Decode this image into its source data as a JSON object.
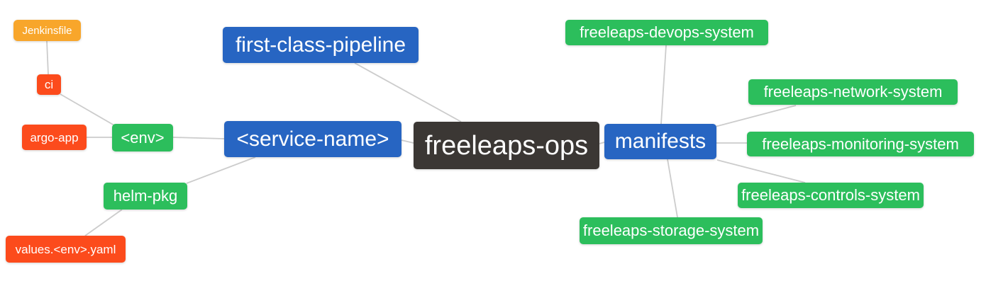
{
  "diagram": {
    "type": "mindmap",
    "root": "freeleaps-ops",
    "colors": {
      "root_node": "#3B3734",
      "level2_node": "#2765C2",
      "level3_node": "#2CBE5C",
      "level4_node": "#FC4B1C",
      "level5_node": "#F8A62B",
      "connector": "#CCCCCC",
      "text": "#FFFFFF",
      "background": "#FFFFFF"
    },
    "nodes": [
      {
        "id": "freeleaps-ops",
        "label": "freeleaps-ops",
        "level": 1
      },
      {
        "id": "first-class-pipeline",
        "label": "first-class-pipeline",
        "level": 2
      },
      {
        "id": "service-name",
        "label": "<service-name>",
        "level": 2
      },
      {
        "id": "manifests",
        "label": "manifests",
        "level": 2
      },
      {
        "id": "env",
        "label": "<env>",
        "level": 3
      },
      {
        "id": "helm-pkg",
        "label": "helm-pkg",
        "level": 3
      },
      {
        "id": "ci",
        "label": "ci",
        "level": 4
      },
      {
        "id": "argo-app",
        "label": "argo-app",
        "level": 4
      },
      {
        "id": "jenkinsfile",
        "label": "Jenkinsfile",
        "level": 5
      },
      {
        "id": "values-env-yaml",
        "label": "values.<env>.yaml",
        "level": 4
      },
      {
        "id": "freeleaps-devops-system",
        "label": "freeleaps-devops-system",
        "level": 3
      },
      {
        "id": "freeleaps-network-system",
        "label": "freeleaps-network-system",
        "level": 3
      },
      {
        "id": "freeleaps-monitoring-system",
        "label": "freeleaps-monitoring-system",
        "level": 3
      },
      {
        "id": "freeleaps-controls-system",
        "label": "freeleaps-controls-system",
        "level": 3
      },
      {
        "id": "freeleaps-storage-system",
        "label": "freeleaps-storage-system",
        "level": 3
      }
    ],
    "edges": [
      {
        "from": "freeleaps-ops",
        "to": "first-class-pipeline"
      },
      {
        "from": "freeleaps-ops",
        "to": "service-name"
      },
      {
        "from": "freeleaps-ops",
        "to": "manifests"
      },
      {
        "from": "service-name",
        "to": "env"
      },
      {
        "from": "service-name",
        "to": "helm-pkg"
      },
      {
        "from": "env",
        "to": "ci"
      },
      {
        "from": "env",
        "to": "argo-app"
      },
      {
        "from": "ci",
        "to": "jenkinsfile"
      },
      {
        "from": "helm-pkg",
        "to": "values-env-yaml"
      },
      {
        "from": "manifests",
        "to": "freeleaps-devops-system"
      },
      {
        "from": "manifests",
        "to": "freeleaps-network-system"
      },
      {
        "from": "manifests",
        "to": "freeleaps-monitoring-system"
      },
      {
        "from": "manifests",
        "to": "freeleaps-controls-system"
      },
      {
        "from": "manifests",
        "to": "freeleaps-storage-system"
      }
    ]
  }
}
